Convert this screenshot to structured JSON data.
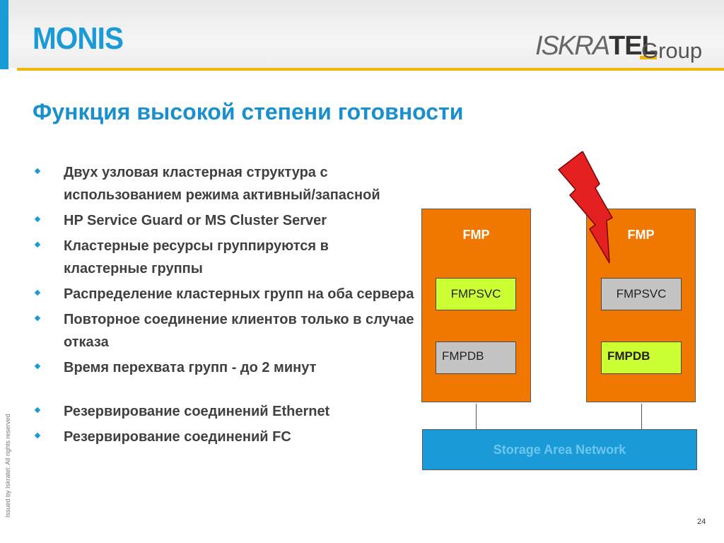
{
  "header": {
    "logo_left": "MONIS",
    "logo_right": {
      "part1": "ISKRA",
      "part2": "TEL",
      "part3": "Group"
    }
  },
  "title": "Функция высокой степени готовности",
  "bullets": [
    "Двух узловая кластерная структура с использованием режима активный/запасной",
    "HP Service Guard or MS Cluster Server",
    "Кластерные ресурсы группируются в кластерные группы",
    "Распределение кластерных групп на оба сервера",
    "Повторное соединение клиентов только в случае отказа",
    "Время перехвата групп - до 2 минут",
    "Резервирование соединений Ethernet",
    "Резервирование соединений FC"
  ],
  "diagram": {
    "server_left": {
      "label": "FMP",
      "svc": "FMPSVC",
      "db": "FMPDB"
    },
    "server_right": {
      "label": "FMP",
      "svc": "FMPSVC",
      "db": "FMPDB"
    },
    "san_label": "Storage Area Network"
  },
  "footer": {
    "side_text": "Issued by Iskratel: All rights reserved",
    "page_number": "24"
  },
  "colors": {
    "brand_blue": "#1a9ad6",
    "accent_yellow": "#f2b705",
    "server_orange": "#f07800",
    "active_green": "#ccff33",
    "passive_gray": "#c4c4c4",
    "bolt_red": "#e52020"
  }
}
